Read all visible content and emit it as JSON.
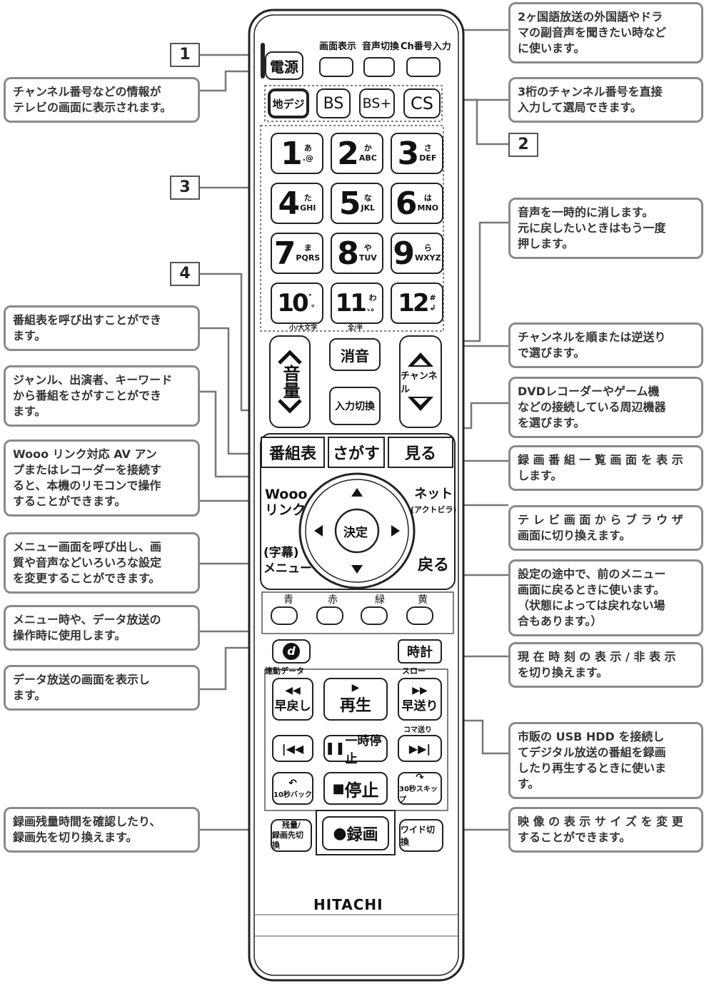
{
  "callouts": {
    "c1": "チャンネル番号などの情報が\nテレビの画面に表示されます。",
    "c2": "番組表を呼び出すことができ\nます。",
    "c3": "ジャンル、出演者、キーワード\nから番組をさがすことができ\nます。",
    "c4": "Wooo リンク対応 AV アン\nプまたはレコーダーを接続す\nると、本機のリモコンで操作\nすることができます。",
    "c5": "メニュー画面を呼び出し、画\n質や音声などいろいろな設定\nを変更することができます。",
    "c6": "メニュー時や、データ放送の\n操作時に使用します。",
    "c7": "データ放送の画面を表示し\nます。",
    "c8": "録画残量時間を確認したり、\n録画先を切り換えます。",
    "r1": "2ヶ国語放送の外国語やドラ\nマの副音声を聞きたい時など\nに使います。",
    "r2": "3桁のチャンネル番号を直接\n入力して選局できます。",
    "r3": "音声を一時的に消します。\n元に戻したいときはもう一度\n押します。",
    "r4": "チャンネルを順または逆送り\nで選びます。",
    "r5": "DVDレコーダーやゲーム機\nなどの接続している周辺機器\nを選びます。",
    "r6": "録 画 番 組 一 覧 画 面 を 表 示\nします。",
    "r7": "テ レ ビ 画 面 か ら ブ ラ ウ ザ\n画面に切り換えます。",
    "r8": "設定の途中で、前のメニュー\n画面に戻るときに使います。\n（状態によっては戻れない場\n合もあります。）",
    "r9": "現 在 時 刻 の 表 示 / 非 表 示\nを切り換えます。",
    "r10": "市販の USB HDD を接続し\nてデジタル放送の番組を録画\nしたり再生するときに使いま\nす。",
    "r11": "映 像 の 表 示 サ イ ズ を 変 更\nすることができます。"
  },
  "numbers": {
    "n1": "1",
    "n2": "2",
    "n3": "3",
    "n4": "4"
  },
  "remote": {
    "power": "電源",
    "display": "画面表示",
    "audio": "音声切換",
    "ch_input": "Ch番号入力",
    "terr": "地デジ",
    "bs": "BS",
    "bsplus": "BS+",
    "cs": "CS",
    "keys": [
      {
        "n": "1",
        "k": "あ",
        "s": ".@"
      },
      {
        "n": "2",
        "k": "か",
        "s": "ABC"
      },
      {
        "n": "3",
        "k": "さ",
        "s": "DEF"
      },
      {
        "n": "4",
        "k": "た",
        "s": "GHI"
      },
      {
        "n": "5",
        "k": "な",
        "s": "JKL"
      },
      {
        "n": "6",
        "k": "は",
        "s": "MNO"
      },
      {
        "n": "7",
        "k": "ま",
        "s": "PQRS"
      },
      {
        "n": "8",
        "k": "や",
        "s": "TUV"
      },
      {
        "n": "9",
        "k": "ら",
        "s": "WXYZ"
      },
      {
        "n": "10",
        "k": "゛",
        "s": "°"
      },
      {
        "n": "11",
        "k": "わ",
        "s": "、。"
      },
      {
        "n": "12",
        "k": "#",
        "s": "↲"
      }
    ],
    "mode_sub": "小/大文字",
    "kigou_sub": "全/半",
    "volume": "音量",
    "mute": "消音",
    "channel": "チャンネル",
    "input": "入力切換",
    "guide": "番組表",
    "search": "さがす",
    "watch": "見る",
    "wooo": "Wooo",
    "link": "リンク",
    "net": "ネット",
    "acttv": "(アクトビラ)",
    "subtitle": "(字幕)",
    "menu": "メニュー",
    "ok": "決定",
    "back": "戻る",
    "blue": "青",
    "red": "赤",
    "green": "緑",
    "yellow": "黄",
    "d": "d",
    "data_link": "連動データ",
    "clock": "時計",
    "slow": "スロー",
    "rew": "早戻し",
    "play": "再生",
    "ff": "早送り",
    "frame": "コマ送り",
    "pause": "一時停止",
    "back10": "10秒バック",
    "stop": "停止",
    "skip30": "30秒スキップ",
    "remain": "残量/",
    "dest": "録画先切換",
    "record": "録画",
    "wide": "ワイド切換",
    "brand": "HITACHI"
  }
}
